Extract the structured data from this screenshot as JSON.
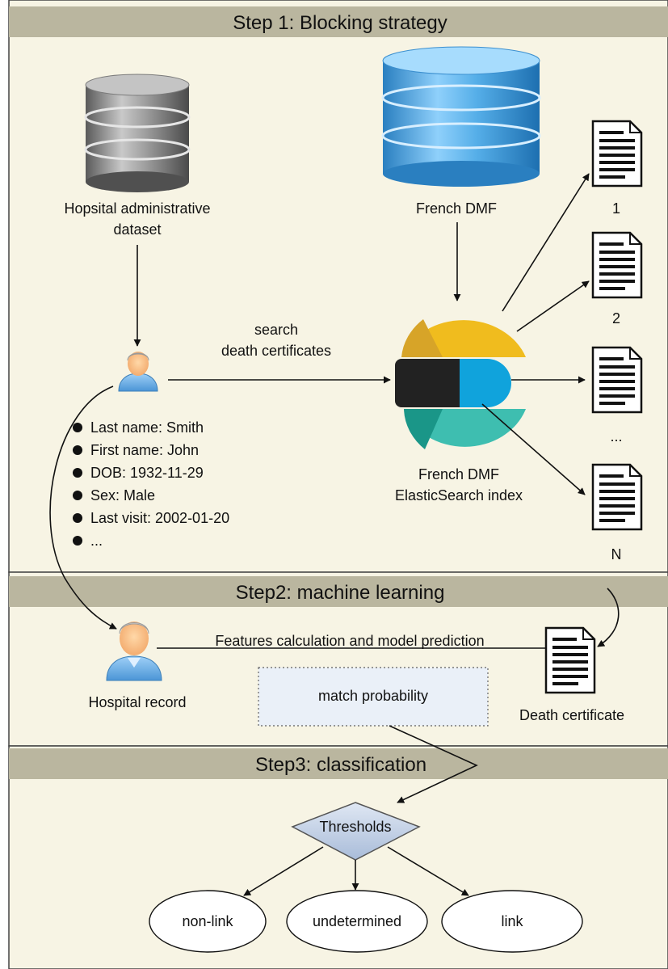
{
  "steps": {
    "step1_title": "Step 1: Blocking strategy",
    "step2_title": "Step2: machine learning",
    "step3_title": "Step3: classification"
  },
  "hospital_db": {
    "label_line1": "Hopsital administrative",
    "label_line2": "dataset"
  },
  "french_dmf_db": {
    "label": "French DMF"
  },
  "search_edge": {
    "line1": "search",
    "line2": "death certificates"
  },
  "elastic_index": {
    "line1": "French DMF",
    "line2": "ElasticSearch index"
  },
  "results": {
    "labels": [
      "1",
      "2",
      "...",
      "N"
    ]
  },
  "patient_fields": [
    "Last name: Smith",
    "First name: John",
    "DOB: 1932-11-29",
    "Sex: Male",
    "Last visit: 2002-01-20",
    "..."
  ],
  "step2": {
    "features_label": "Features calculation and model prediction",
    "hospital_record_label": "Hospital record",
    "death_certificate_label": "Death certificate",
    "match_probability_label": "match probability"
  },
  "step3": {
    "thresholds_label": "Thresholds",
    "outcomes": [
      "non-link",
      "undetermined",
      "link"
    ]
  },
  "colors": {
    "panel_bg": "#f7f4e4",
    "header_bg": "#bab69f",
    "elastic_yellow": "#f0bc1e",
    "elastic_teal": "#3ebeb0",
    "elastic_blue": "#10a3dc",
    "diamond_fill": "#b9c9e2",
    "match_box_fill": "#eaf0f8"
  }
}
